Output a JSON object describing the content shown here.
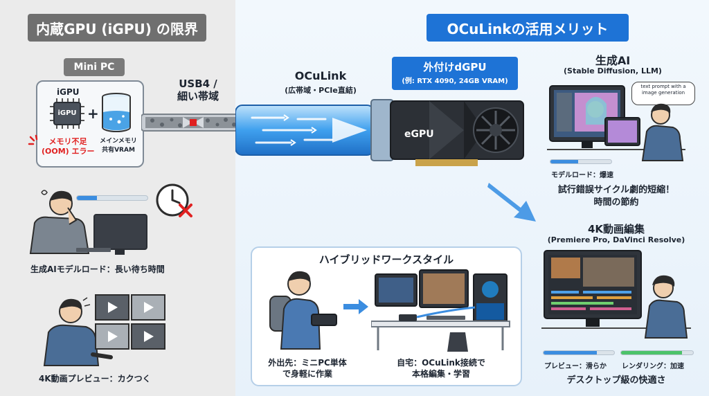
{
  "left": {
    "title": "内蔵GPU (iGPU) の限界",
    "minipc_label": "Mini PC",
    "igpu_label": "iGPU",
    "igpu_chip": "iGPU",
    "plus": "+",
    "oom_line1": "メモリ不足",
    "oom_line2": "(OOM) エラー",
    "shared_line1": "メインメモリ",
    "shared_line2": "共有VRAM",
    "usb4_line1": "USB4 /",
    "usb4_line2": "細い帯域",
    "genai_caption": "生成AIモデルロード：長い待ち時間",
    "video_caption": "4K動画プレビュー：カクつく"
  },
  "center": {
    "title": "OCuLinkの活用メリット",
    "oculink_label": "OCuLink",
    "oculink_sub": "(広帯域・PCIe直結)",
    "egpu_title": "外付けdGPU",
    "egpu_sub": "(例: RTX 4090, 24GB VRAM)",
    "egpu_card": "eGPU"
  },
  "genai": {
    "title": "生成AI",
    "sub": "(Stable Diffusion, LLM)",
    "bubble": "text prompt with a image generation",
    "bar_label": "モデルロード：爆速",
    "bar_fill": 0.45,
    "cycle_line1": "試行錯誤サイクル劇的短縮！",
    "cycle_line2": "時間の節約"
  },
  "video": {
    "title": "4K動画編集",
    "sub": "(Premiere Pro, DaVinci Resolve)",
    "preview_label": "プレビュー：滑らか",
    "preview_fill": 0.75,
    "render_label": "レンダリング：加速",
    "render_fill": 0.85,
    "footer": "デスクトップ級の快適さ"
  },
  "hybrid": {
    "title": "ハイブリッドワークスタイル",
    "out_line1": "外出先：ミニPC単体",
    "out_line2": "で身軽に作業",
    "home_line1": "自宅：OCuLink接続で",
    "home_line2": "本格編集・学習"
  },
  "colors": {
    "left_pill": "#6f6f6f",
    "center_pill": "#1e73d6",
    "oom_red": "#e02020",
    "accent_blue": "#3b8de0",
    "bar_green": "#4cc36a"
  }
}
